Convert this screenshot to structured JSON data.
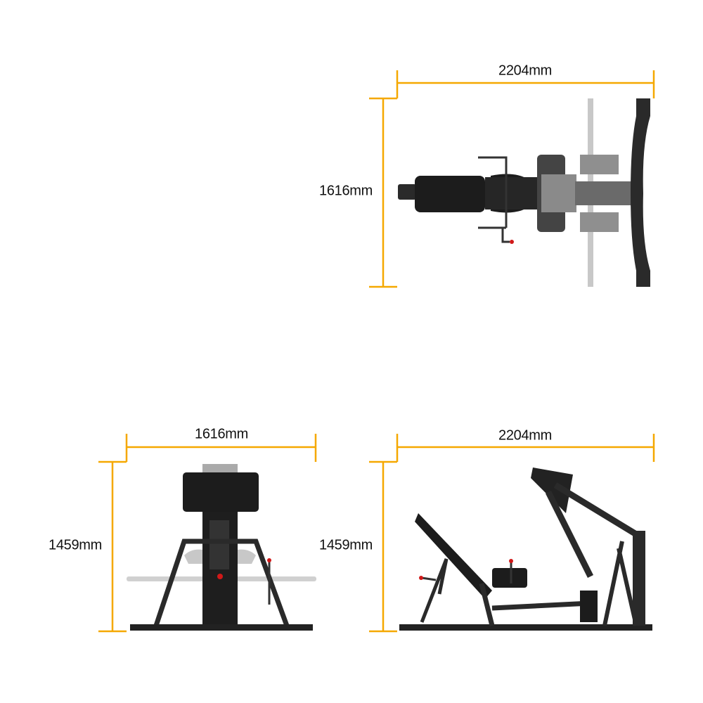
{
  "colors": {
    "dimension_line": "#f5a800",
    "frame": "#2a2a2a",
    "pad": "#1c1c1c",
    "plate": "#8a8a8a",
    "accent": "#d01818"
  },
  "top_view": {
    "width_label": "2204mm",
    "depth_label": "1616mm"
  },
  "front_view": {
    "width_label": "1616mm",
    "height_label": "1459mm"
  },
  "side_view": {
    "width_label": "2204mm",
    "height_label": "1459mm"
  }
}
